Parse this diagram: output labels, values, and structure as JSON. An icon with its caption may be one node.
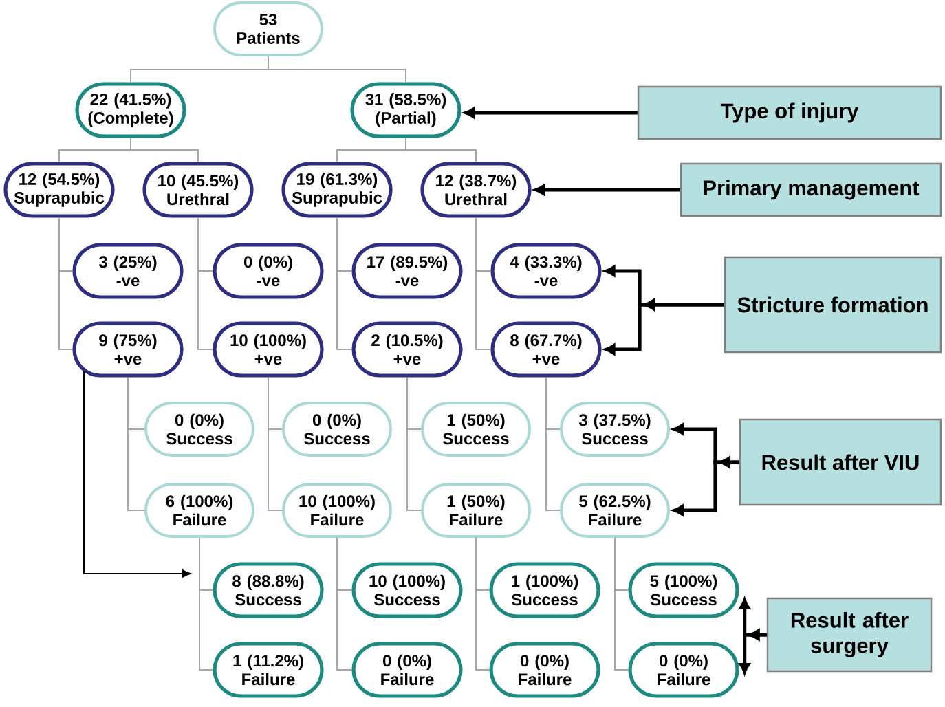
{
  "diagram": {
    "nodes": [
      {
        "text": [
          "53 Patients"
        ]
      },
      {
        "text": [
          "22 (41.5%) (Complete)"
        ]
      },
      {
        "text": [
          "31 (58.5%) (Partial)"
        ]
      },
      {
        "text": [
          "12 (54.5%) Suprapubic"
        ]
      },
      {
        "text": [
          "10 (45.5%) Urethral"
        ]
      },
      {
        "text": [
          "19 (61.3%) Suprapubic"
        ]
      },
      {
        "text": [
          "12 (38.7%) Urethral"
        ]
      },
      {
        "text": [
          "3 (25%) -ve"
        ]
      },
      {
        "text": [
          "0 (0%) -ve"
        ]
      },
      {
        "text": [
          "17 (89.5%) -ve"
        ]
      },
      {
        "text": [
          "4 (33.3%) -ve"
        ]
      },
      {
        "text": [
          "9 (75%) +ve"
        ]
      },
      {
        "text": [
          "10 (100%) +ve"
        ]
      },
      {
        "text": [
          "2 (10.5%) +ve"
        ]
      },
      {
        "text": [
          "8 (67.7%) +ve"
        ]
      },
      {
        "text": [
          "0 (0%) Success"
        ]
      },
      {
        "text": [
          "0 (0%) Success"
        ]
      },
      {
        "text": [
          "1 (50%) Success"
        ]
      },
      {
        "text": [
          "3 (37.5%) Success"
        ]
      },
      {
        "text": [
          "6 (100%) Failure"
        ]
      },
      {
        "text": [
          "10 (100%) Failure"
        ]
      },
      {
        "text": [
          "1 (50%) Failure"
        ]
      },
      {
        "text": [
          "5 (62.5%) Failure"
        ]
      },
      {
        "text": [
          "8 (88.8%) Success"
        ]
      },
      {
        "text": [
          "10 (100%) Success"
        ]
      },
      {
        "text": [
          "1 (100%) Success"
        ]
      },
      {
        "text": [
          "5 (100%) Success"
        ]
      },
      {
        "text": [
          "1 (11.2%) Failure"
        ]
      },
      {
        "text": [
          "0 (0%) Failure"
        ]
      },
      {
        "text": [
          "0 (0%) Failure"
        ]
      },
      {
        "text": [
          "0 (0%) Failure"
        ]
      },
      {
        "text": [
          "Type of injury"
        ]
      },
      {
        "text": [
          "Primary management"
        ]
      },
      {
        "text": [
          "Stricture formation"
        ]
      },
      {
        "text": [
          "Result after VIU"
        ]
      },
      {
        "text": [
          "Result after surgery"
        ]
      }
    ],
    "edges": [
      {
        "from": 0,
        "to": 1,
        "arrow": "none"
      },
      {
        "from": 0,
        "to": 2,
        "arrow": "none"
      },
      {
        "from": 1,
        "to": 3,
        "arrow": "none"
      },
      {
        "from": 1,
        "to": 4,
        "arrow": "none"
      },
      {
        "from": 2,
        "to": 5,
        "arrow": "none"
      },
      {
        "from": 2,
        "to": 6,
        "arrow": "none"
      },
      {
        "from": 3,
        "to": 7,
        "arrow": "none"
      },
      {
        "from": 3,
        "to": 11,
        "arrow": "none"
      },
      {
        "from": 4,
        "to": 8,
        "arrow": "none"
      },
      {
        "from": 4,
        "to": 12,
        "arrow": "none"
      },
      {
        "from": 5,
        "to": 9,
        "arrow": "none"
      },
      {
        "from": 5,
        "to": 13,
        "arrow": "none"
      },
      {
        "from": 6,
        "to": 10,
        "arrow": "none"
      },
      {
        "from": 6,
        "to": 14,
        "arrow": "none"
      },
      {
        "from": 11,
        "to": 15,
        "arrow": "none"
      },
      {
        "from": 11,
        "to": 19,
        "arrow": "none"
      },
      {
        "from": 12,
        "to": 16,
        "arrow": "none"
      },
      {
        "from": 12,
        "to": 20,
        "arrow": "none"
      },
      {
        "from": 13,
        "to": 17,
        "arrow": "none"
      },
      {
        "from": 13,
        "to": 21,
        "arrow": "none"
      },
      {
        "from": 14,
        "to": 18,
        "arrow": "none"
      },
      {
        "from": 14,
        "to": 22,
        "arrow": "none"
      },
      {
        "from": 19,
        "to": 23,
        "arrow": "none"
      },
      {
        "from": 19,
        "to": 27,
        "arrow": "none"
      },
      {
        "from": 20,
        "to": 24,
        "arrow": "none"
      },
      {
        "from": 20,
        "to": 28,
        "arrow": "none"
      },
      {
        "from": 21,
        "to": 25,
        "arrow": "none"
      },
      {
        "from": 21,
        "to": 29,
        "arrow": "none"
      },
      {
        "from": 22,
        "to": 26,
        "arrow": "none"
      },
      {
        "from": 22,
        "to": 30,
        "arrow": "none"
      },
      {
        "from": 11,
        "to": null,
        "arrow": "to",
        "color": "#000000"
      },
      {
        "from": 31,
        "to": 2,
        "arrow": "to",
        "style": "thick",
        "color": "#000000"
      },
      {
        "from": 32,
        "to": 6,
        "arrow": "to",
        "style": "thick",
        "color": "#000000"
      },
      {
        "from": 33,
        "to": 10,
        "arrow": "to",
        "style": "thick",
        "color": "#000000"
      },
      {
        "from": 33,
        "to": 14,
        "arrow": "to",
        "style": "thick",
        "color": "#000000"
      },
      {
        "from": 34,
        "to": 18,
        "arrow": "to",
        "style": "thick",
        "color": "#000000"
      },
      {
        "from": 34,
        "to": 22,
        "arrow": "to",
        "style": "thick",
        "color": "#000000"
      },
      {
        "from": 35,
        "to": 26,
        "arrow": "to",
        "style": "thick",
        "color": "#000000"
      },
      {
        "from": 35,
        "to": 30,
        "arrow": "to",
        "style": "thick",
        "color": "#000000"
      }
    ]
  }
}
